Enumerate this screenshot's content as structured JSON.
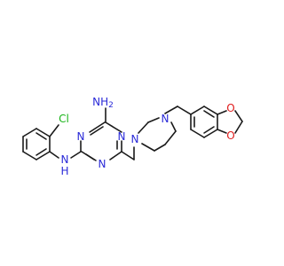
{
  "colors": {
    "bond": "#1a1a1a",
    "nitrogen": "#2a2ad8",
    "oxygen": "#e01c1c",
    "chlorine": "#18b418",
    "background": "#ffffff"
  },
  "labels": {
    "nh2_top": "NH",
    "nh2_sub": "2",
    "cl": "Cl",
    "nh_link": "N",
    "nh_link_h": "H",
    "triazine_n_top_left": "N",
    "triazine_n_top_right": "N",
    "triazine_n_bottom": "N",
    "piperazine_n_left": "N",
    "piperazine_n_right": "N",
    "dioxole_o_top": "O",
    "dioxole_o_bottom": "O"
  }
}
